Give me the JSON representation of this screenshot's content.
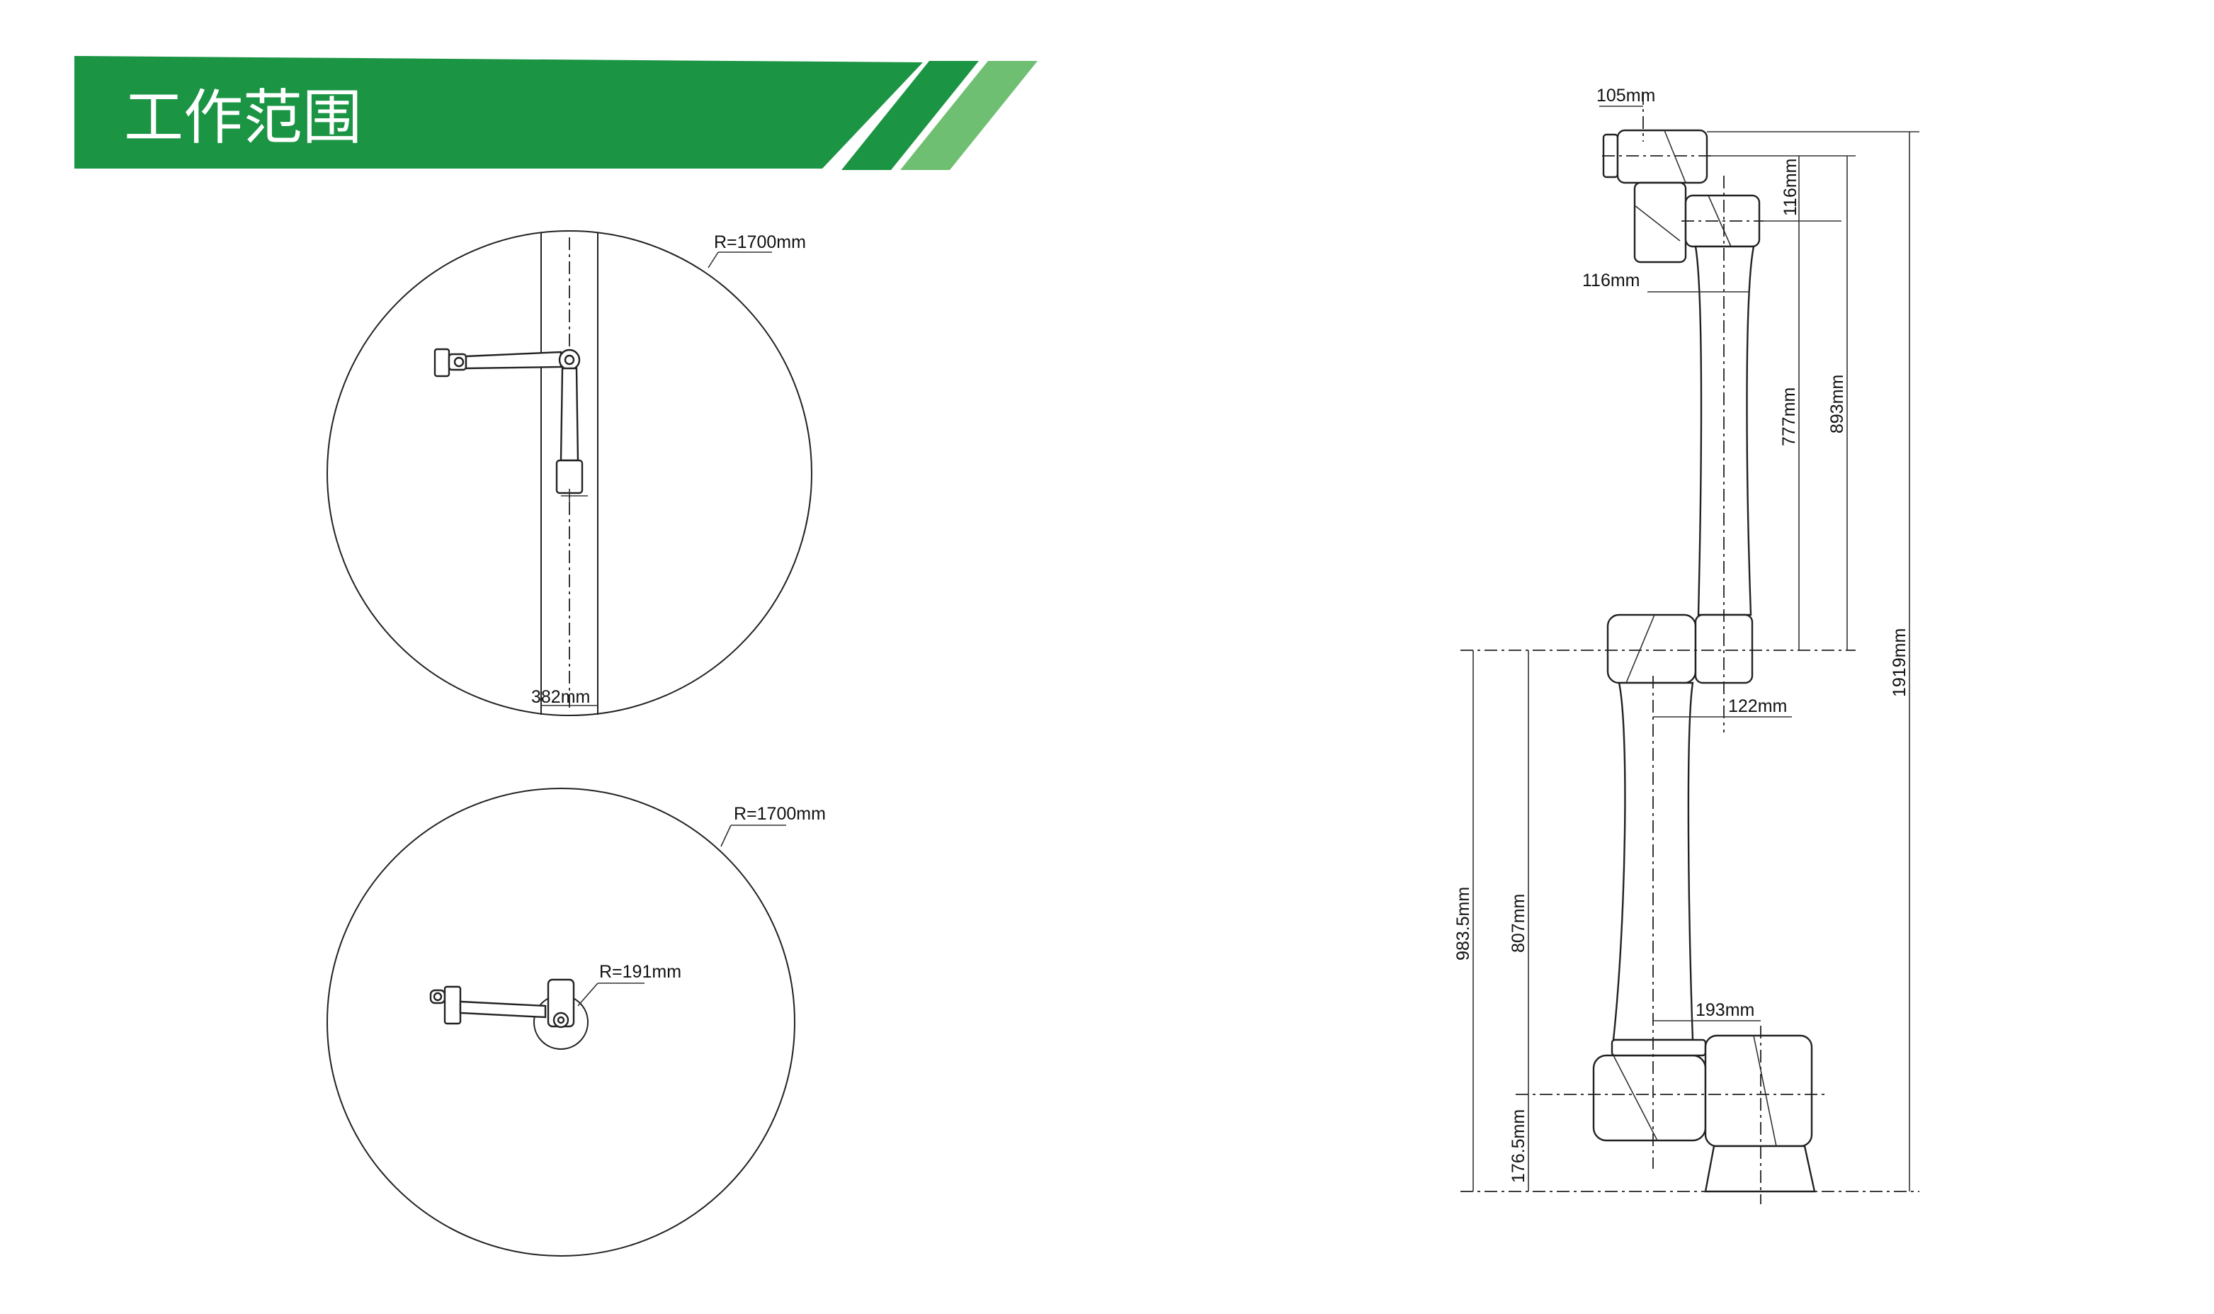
{
  "header": {
    "title": "工作范围",
    "colors": {
      "banner": "#1b9444",
      "stripe_dark": "#1b9444",
      "stripe_light": "#6fbf73"
    }
  },
  "top_view_1": {
    "radius_label": "R=1700mm",
    "width_label": "382mm"
  },
  "top_view_2": {
    "radius_label": "R=1700mm",
    "inner_radius_label": "R=191mm"
  },
  "side_view": {
    "labels": {
      "offset_105": "105mm",
      "offset_116_top": "116mm",
      "offset_116_side": "116mm",
      "len_777": "777mm",
      "len_893": "893mm",
      "total_1919": "1919mm",
      "offset_122": "122mm",
      "len_983_5": "983.5mm",
      "len_807": "807mm",
      "offset_193": "193mm",
      "base_176_5": "176.5mm"
    }
  }
}
